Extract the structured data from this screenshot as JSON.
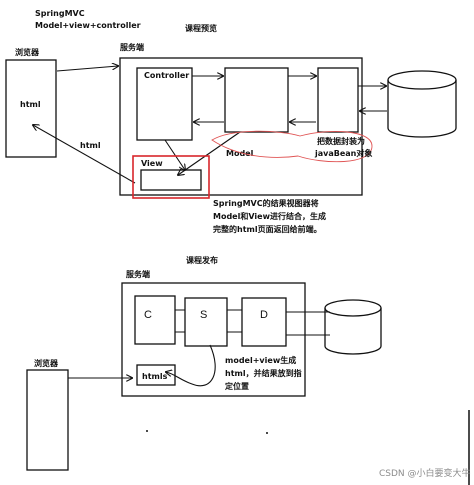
{
  "top_notes": {
    "line1": "SpringMVC",
    "line2": "Model+view+controller"
  },
  "section1": {
    "title": "课程预览",
    "server_label": "服务端",
    "browser_label": "浏览器",
    "html_label": "html",
    "return_label": "html",
    "controller_label": "Controller",
    "model_label": "Model",
    "view_label": "View",
    "encapsulate_note_line1": "把数据封装为",
    "encapsulate_note_line2": "javaBean对象",
    "caption_line1": "SpringMVC的结果视图器将",
    "caption_line2": "Model和View进行结合，生成",
    "caption_line3": "完整的html页面返回给前端。"
  },
  "section2": {
    "title": "课程发布",
    "server_label": "服务端",
    "browser_label": "浏览器",
    "c_letter": "C",
    "s_letter": "S",
    "d_letter": "D",
    "htmls_label": "htmls",
    "note_line1": "model+view生成",
    "note_line2": "html，并结果放到指",
    "note_line3": "定位置"
  },
  "watermark": "CSDN @小白要变大牛",
  "colors": {
    "ink": "#111111",
    "highlight_red": "#d9262b",
    "scribble_red": "#e05555",
    "watermark_gray": "#8c8c8c"
  }
}
